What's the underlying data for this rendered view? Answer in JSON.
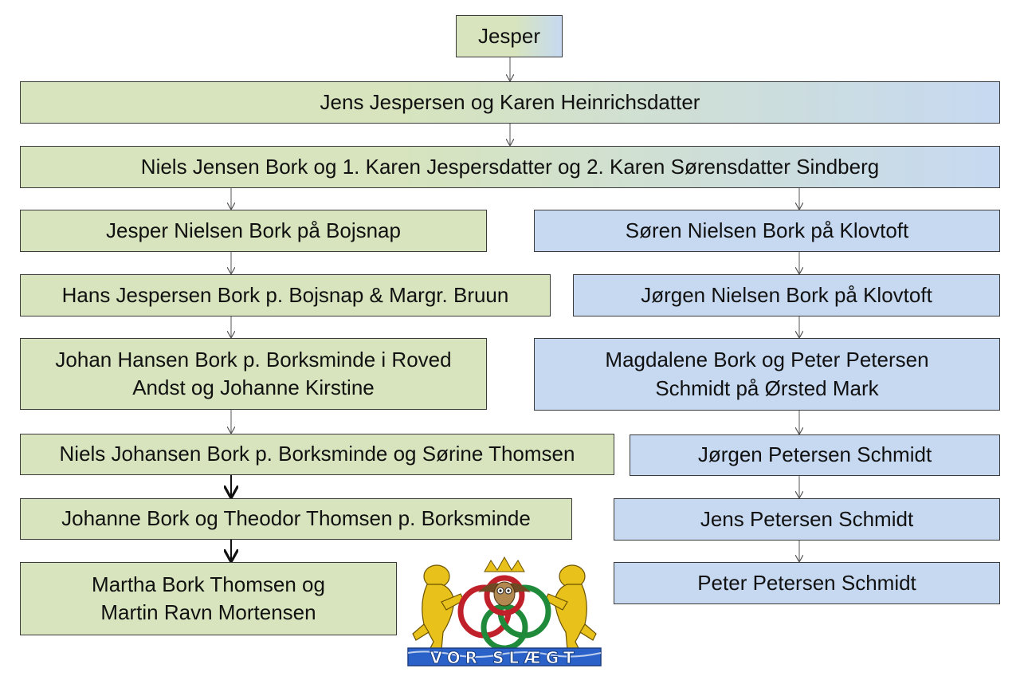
{
  "top": {
    "jesper": "Jesper"
  },
  "generations": {
    "jens": "Jens Jespersen og Karen Heinrichsdatter",
    "niels": "Niels Jensen Bork og 1. Karen Jespersdatter og 2. Karen Sørensdatter Sindberg"
  },
  "left_branch": [
    "Jesper Nielsen Bork på Bojsnap",
    "Hans Jespersen Bork p. Bojsnap  & Margr. Bruun",
    "Johan Hansen Bork p. Borksminde i Roved\nAndst og Johanne Kirstine",
    "Niels Johansen Bork p. Borksminde og Sørine Thomsen",
    "Johanne Bork og Theodor Thomsen p. Borksminde",
    "Martha Bork Thomsen og\nMartin Ravn Mortensen"
  ],
  "right_branch": [
    "Søren Nielsen Bork på Klovtoft",
    "Jørgen Nielsen Bork på Klovtoft",
    "Magdalene Bork og Peter Petersen\nSchmidt på Ørsted Mark",
    "Jørgen Petersen Schmidt",
    "Jens Petersen Schmidt",
    "Peter Petersen Schmidt"
  ],
  "logo": {
    "banner_text": "VOR SLÆGT",
    "colors": {
      "gold": "#e8c21a",
      "red": "#c0202a",
      "green": "#1f8a3a",
      "blue": "#2a62c9"
    }
  },
  "colors": {
    "green_box": "#d7e4bd",
    "blue_box": "#c6d9f1",
    "border": "#3a3a3a"
  }
}
